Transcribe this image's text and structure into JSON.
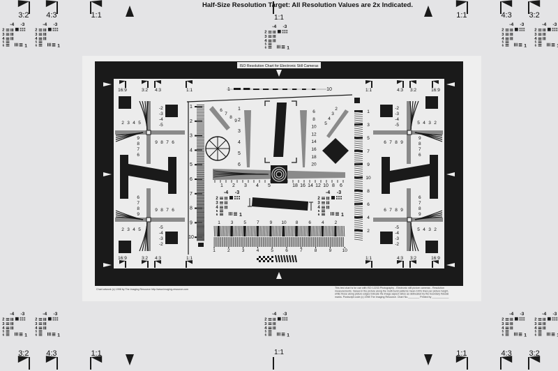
{
  "header": "Half-Size Resolution Target: All Resolution Values are 2x Indicated.",
  "chart_title": "ISO Resolution Chart for Electronic Still Cameras",
  "aspect": {
    "r169": "16:9",
    "r32": "3:2",
    "r43": "4:3",
    "r11": "1:1"
  },
  "footer_left": "Chart artwork (c) 1998 by The Imaging Resource http://www.imaging-resource.com",
  "footer_right": [
    "This test chart is for use with ISO 12233 Photography - Electronic still picture cameras - Resolution",
    "measurements. Values in the picture along the multi-burst patterns mean 100's lines per picture height,",
    "while those along picture edges indicate the image aspect ratios as delineated by the boundary fiducial",
    "marks. Postscript code (c) 1998 The Imaging Resource. Chart No.________ Printed by ____________"
  ],
  "small_block": {
    "neg4": "-4",
    "neg3": "-3",
    "rows": [
      "2",
      "3",
      "4",
      "5",
      "6"
    ],
    "one": "1"
  },
  "top_scale": {
    "start": "1",
    "end": "10"
  },
  "left_vertical_scale": [
    "1",
    "2",
    "3",
    "4",
    "5",
    "6",
    "7",
    "8",
    "9",
    "10"
  ],
  "right_vertical_scale": [
    "1",
    "3",
    "5",
    "7",
    "9",
    "10",
    "8",
    "6",
    "4",
    "2"
  ],
  "burst_top": [
    "1",
    "3",
    "5",
    "7",
    "9",
    "10",
    "8",
    "6",
    "4",
    "2"
  ],
  "burst_bottom": [
    "1",
    "2",
    "3",
    "4",
    "5",
    "6",
    "7",
    "8",
    "9",
    "10"
  ],
  "hyper_left": [
    "1",
    "2",
    "3",
    "4",
    "5",
    "6"
  ],
  "hyper_right": [
    "6",
    "8",
    "10",
    "12",
    "14",
    "16",
    "18",
    "20"
  ],
  "horiz_left": [
    "1",
    "2",
    "3",
    "4",
    "5"
  ],
  "horiz_right": [
    "18",
    "16",
    "14",
    "12",
    "10",
    "8",
    "6"
  ],
  "wedge_tl": [
    "6",
    "7",
    "8",
    "9"
  ],
  "wedge_tr": [
    "2",
    "3",
    "4",
    "5"
  ],
  "cross": {
    "v_neg": [
      "-2",
      "-3",
      "-4",
      "-5"
    ],
    "v_pos": [
      "9",
      "8",
      "7",
      "6"
    ],
    "h_left": [
      "2",
      "3",
      "4",
      "5"
    ],
    "h_right": [
      "9",
      "8",
      "7",
      "6"
    ]
  },
  "colors": {
    "background": "#e4e4e6",
    "paper": "#efefef",
    "ink": "#1a1a1a",
    "gray": "#8a8a8a"
  }
}
